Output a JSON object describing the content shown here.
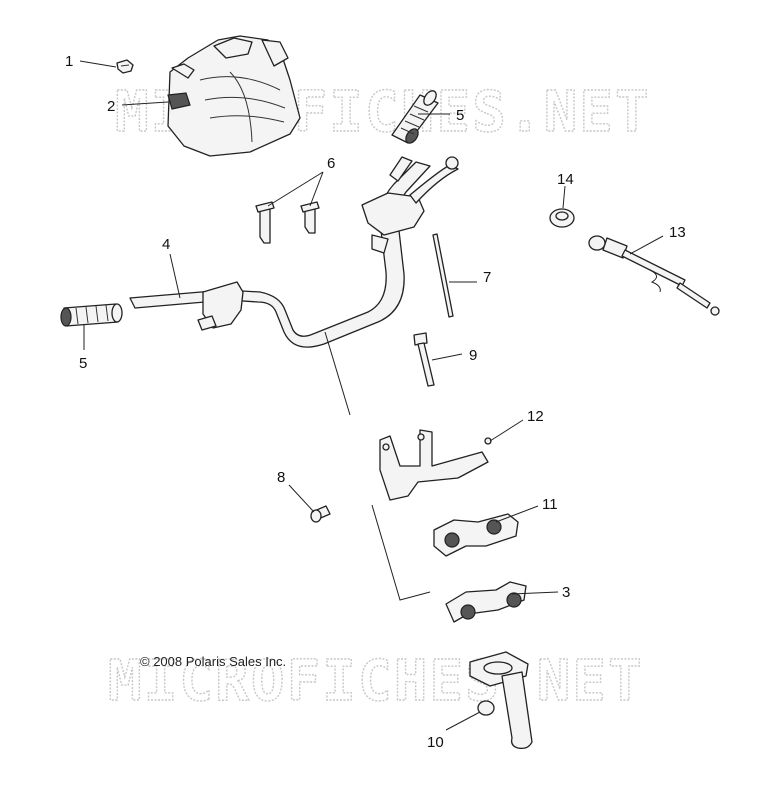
{
  "watermarks": [
    "MICROFICHES.NET",
    "MICROFICHES.NET"
  ],
  "copyright": "© 2008  Polaris Sales Inc.",
  "callouts": [
    "1",
    "2",
    "5",
    "6",
    "4",
    "5",
    "7",
    "9",
    "14",
    "13",
    "12",
    "8",
    "11",
    "3",
    "10"
  ]
}
